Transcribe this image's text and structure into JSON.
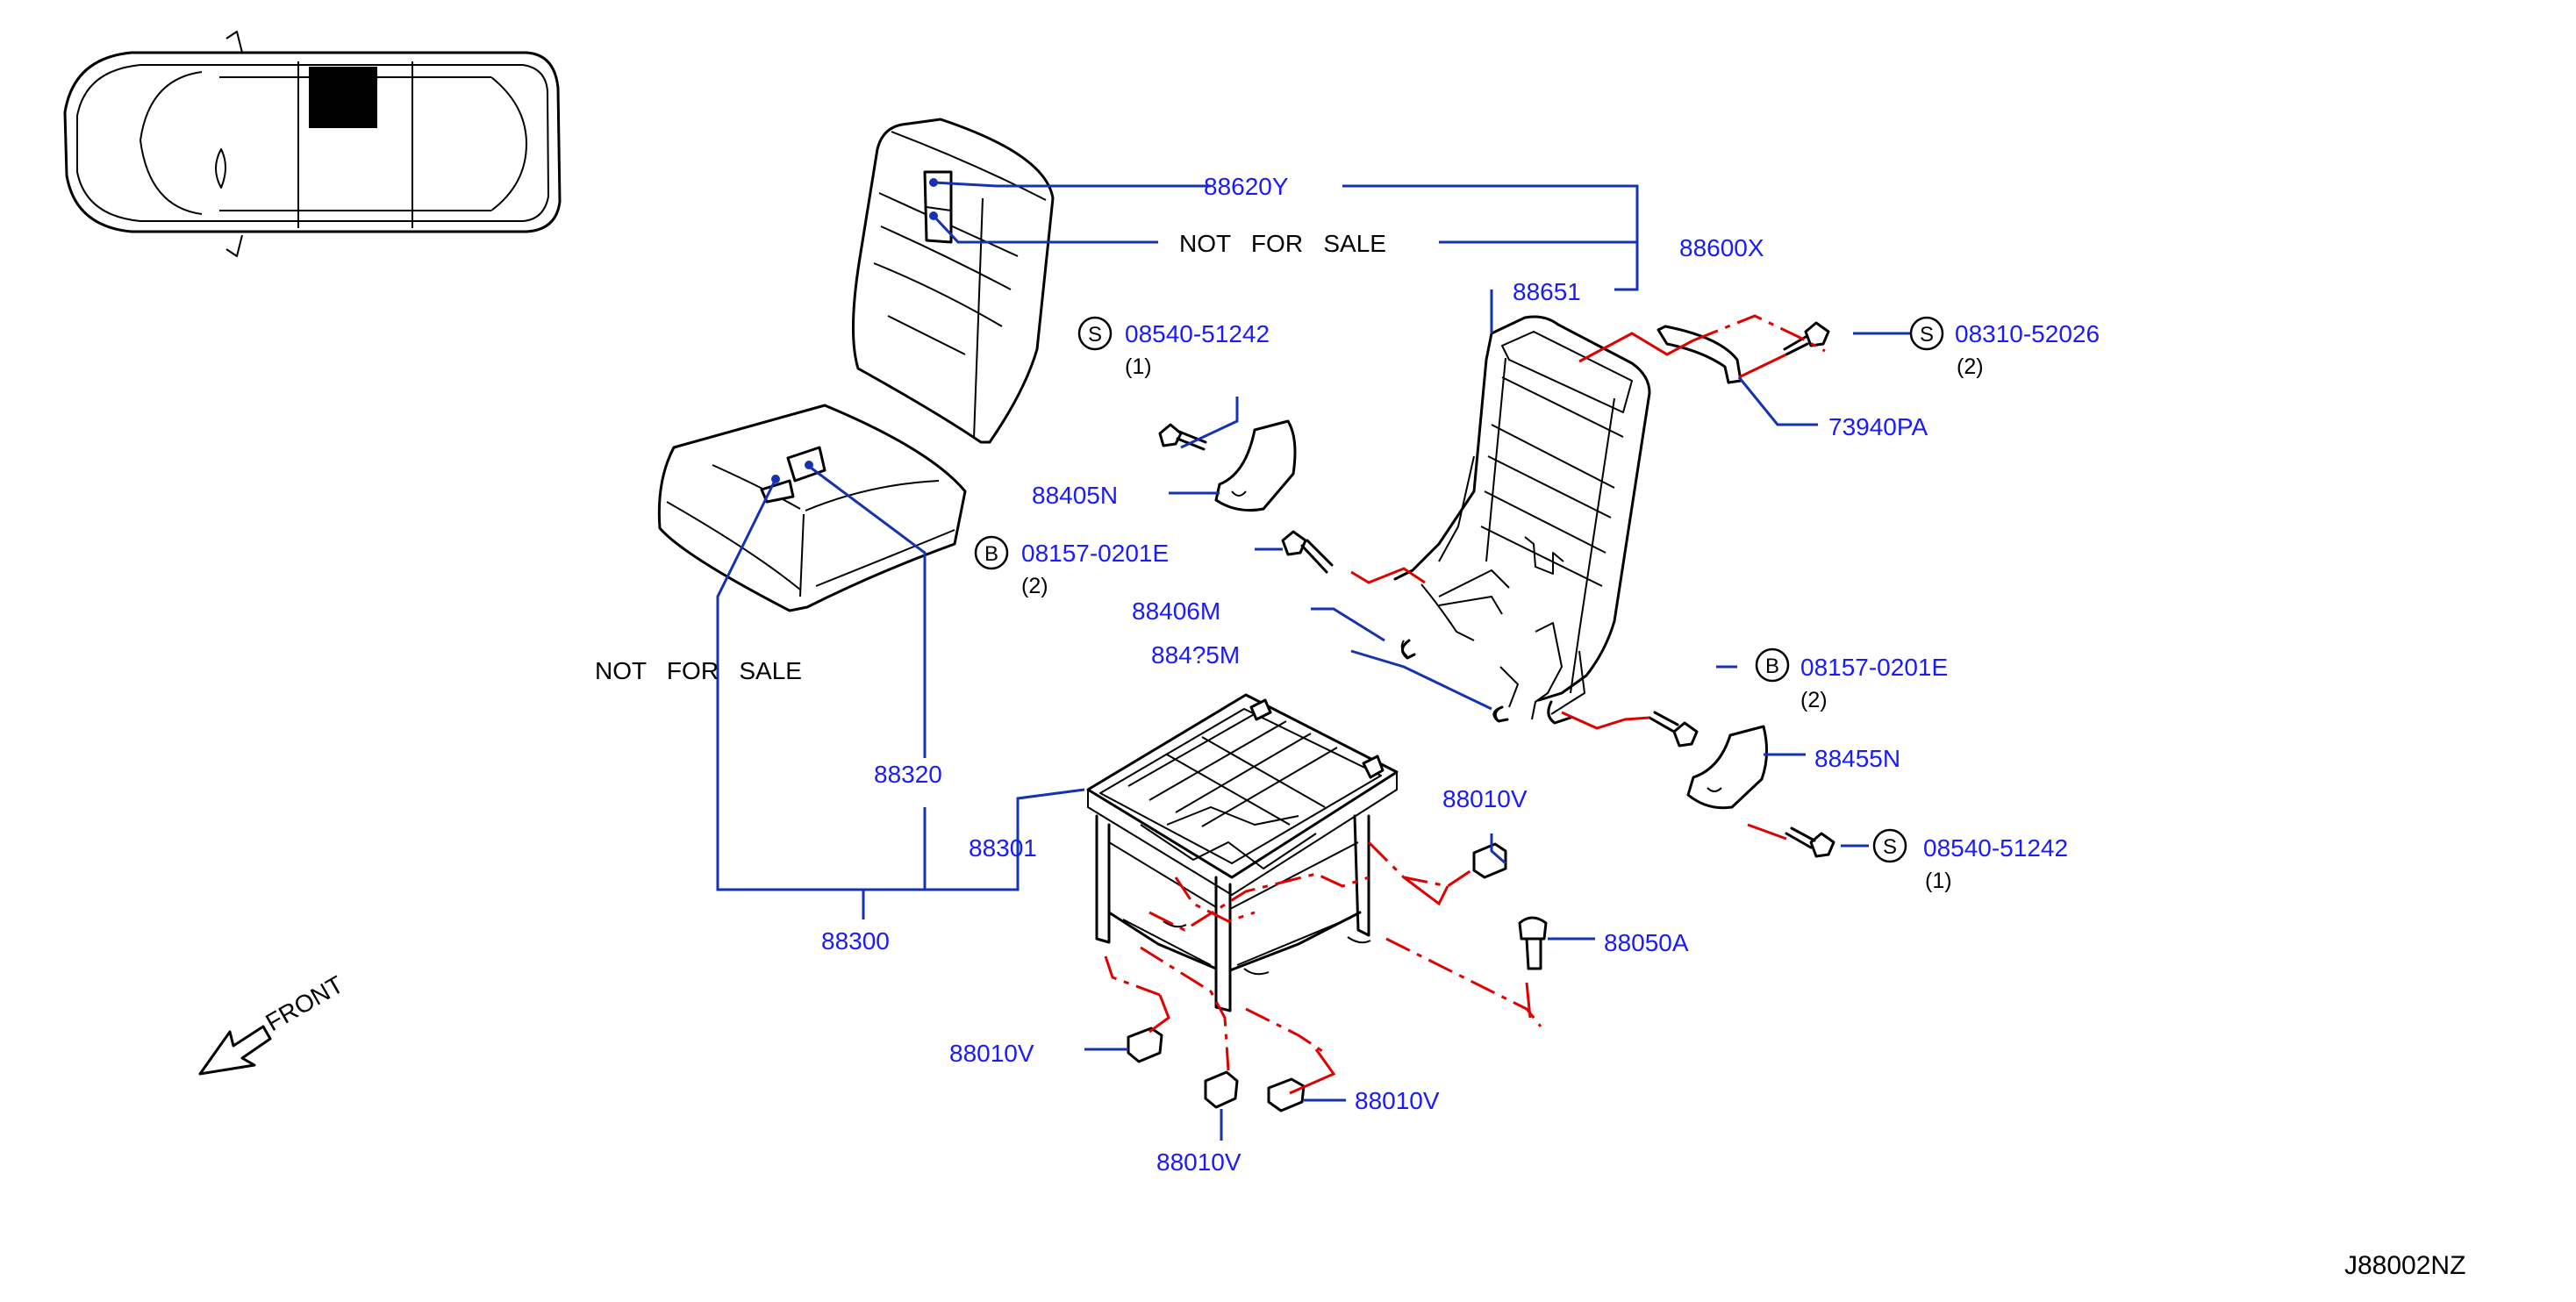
{
  "diagram_id": "J88002NZ",
  "front_label": "FRONT",
  "labels": {
    "l88620Y": "88620Y",
    "l88600X": "88600X",
    "nfs_top": "NOT   FOR   SALE",
    "l88651": "88651",
    "s08310_code": "08310-52026",
    "s08310_qty": "(2)",
    "l73940PA": "73940PA",
    "s08540a_code": "08540-51242",
    "s08540a_qty": "(1)",
    "l88405N": "88405N",
    "b08157a_code": "08157-0201E",
    "b08157a_qty": "(2)",
    "l88406M": "88406M",
    "l8845xM": "884?5M",
    "nfs_left": "NOT   FOR   SALE",
    "b08157b_code": "08157-0201E",
    "b08157b_qty": "(2)",
    "l88455N": "88455N",
    "s08540b_code": "08540-51242",
    "s08540b_qty": "(1)",
    "l88320": "88320",
    "l88301": "88301",
    "l88300": "88300",
    "l88010V_a": "88010V",
    "l88050A": "88050A",
    "l88010V_b": "88010V",
    "l88010V_c": "88010V",
    "l88010V_d": "88010V"
  },
  "symbols": {
    "s": "S",
    "b": "B"
  },
  "colors": {
    "label": "#1a1aff",
    "leader": "#1533b0",
    "assembly": "#e00000",
    "linework": "#000000"
  }
}
